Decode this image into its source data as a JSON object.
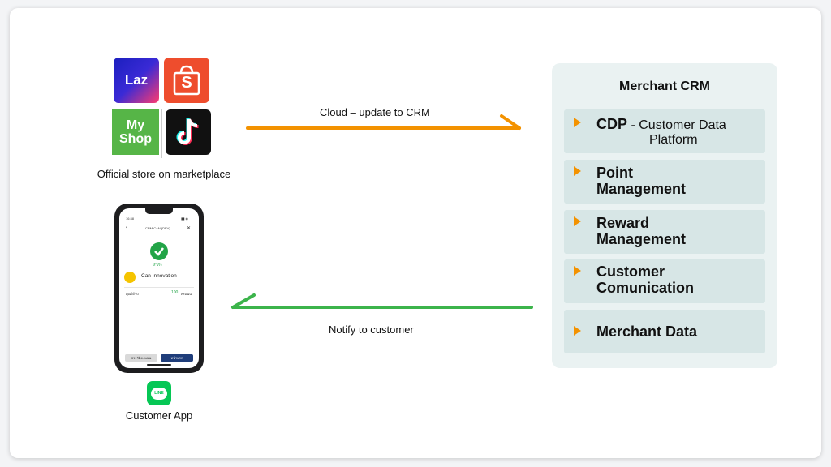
{
  "marketplace": {
    "laz_text": "Laz",
    "shopee_text": "S",
    "myshop_line1": "My",
    "myshop_line2": "Shop",
    "label": "Official store on marketplace"
  },
  "arrows": {
    "top_label": "Cloud – update to CRM",
    "bottom_label": "Notify to customer",
    "top_color": "#f39200",
    "bottom_color": "#3cb44b"
  },
  "phone": {
    "time": "16:38",
    "header_title": "CRM CAN (DEV)",
    "success_text": "สำเร็จ",
    "brand_name": "Can Innovation",
    "points_label": "คุณได้รับ",
    "points_value": "100",
    "points_unit": "คะแนน",
    "btn_left": "ประวัติคะแนน",
    "btn_right": "หน้าแรก"
  },
  "customer_app": {
    "line_text": "LINE",
    "label": "Customer App"
  },
  "crm": {
    "title": "Merchant CRM",
    "items": [
      {
        "bold": "CDP",
        "rest": " - Customer Data",
        "rest2": "Platform"
      },
      {
        "line1": "Point",
        "line2": "Management"
      },
      {
        "line1": "Reward",
        "line2": "Management"
      },
      {
        "line1": "Customer",
        "line2": "Comunication"
      },
      {
        "line1": "Merchant Data"
      }
    ]
  }
}
